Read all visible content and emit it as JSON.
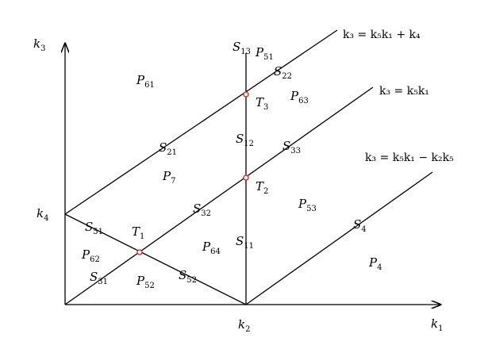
{
  "axes": {
    "x_label": "k",
    "x_label_sub": "1",
    "y_label": "k",
    "y_label_sub": "3",
    "tick_x_label": "k",
    "tick_x_sub": "2",
    "tick_y_label": "k",
    "tick_y_sub": "4"
  },
  "lines": {
    "upper_eq": "k₃ = k₅k₁ + k₄",
    "middle_eq": "k₃ = k₅k₁",
    "lower_eq": "k₃ = k₅k₁ − k₂k₅"
  },
  "segments": {
    "s13": {
      "main": "S",
      "sub": "13"
    },
    "s22": {
      "main": "S",
      "sub": "22"
    },
    "s21": {
      "main": "S",
      "sub": "21"
    },
    "s12": {
      "main": "S",
      "sub": "12"
    },
    "s33": {
      "main": "S",
      "sub": "33"
    },
    "s32": {
      "main": "S",
      "sub": "32"
    },
    "s11": {
      "main": "S",
      "sub": "11"
    },
    "s4": {
      "main": "S",
      "sub": "4"
    },
    "s51": {
      "main": "S",
      "sub": "51"
    },
    "s31": {
      "main": "S",
      "sub": "31"
    },
    "s52": {
      "main": "S",
      "sub": "52"
    }
  },
  "regions": {
    "p51": {
      "main": "P",
      "sub": "51"
    },
    "p61": {
      "main": "P",
      "sub": "61"
    },
    "p63": {
      "main": "P",
      "sub": "63"
    },
    "p7": {
      "main": "P",
      "sub": "7"
    },
    "p53": {
      "main": "P",
      "sub": "53"
    },
    "p64": {
      "main": "P",
      "sub": "64"
    },
    "p62": {
      "main": "P",
      "sub": "62"
    },
    "p52": {
      "main": "P",
      "sub": "52"
    },
    "p4": {
      "main": "P",
      "sub": "4"
    }
  },
  "points": {
    "t1": {
      "main": "T",
      "sub": "1"
    },
    "t2": {
      "main": "T",
      "sub": "2"
    },
    "t3": {
      "main": "T",
      "sub": "3"
    }
  },
  "colors": {
    "line": "#000000",
    "point_outline": "#d62020",
    "background": "#ffffff"
  }
}
